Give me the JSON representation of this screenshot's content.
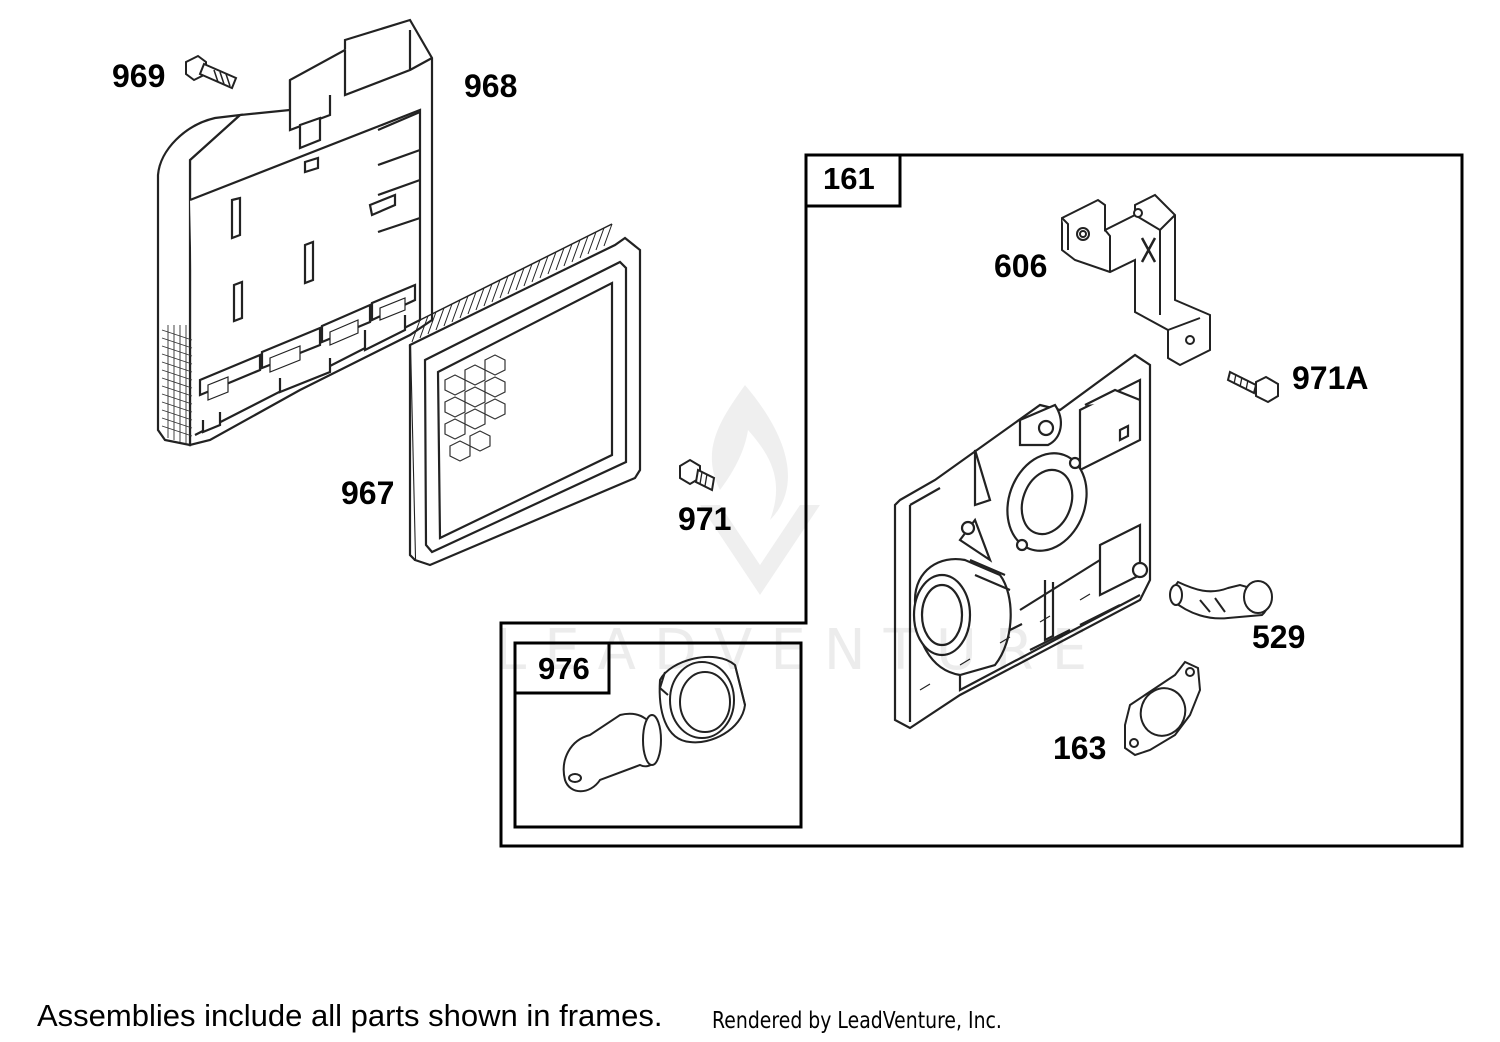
{
  "diagram": {
    "parts": [
      {
        "id": "969",
        "label": "969"
      },
      {
        "id": "968",
        "label": "968"
      },
      {
        "id": "967",
        "label": "967"
      },
      {
        "id": "971",
        "label": "971"
      },
      {
        "id": "606",
        "label": "606"
      },
      {
        "id": "971a",
        "label": "971A"
      },
      {
        "id": "529",
        "label": "529"
      },
      {
        "id": "163",
        "label": "163"
      }
    ],
    "frames": [
      {
        "id": "161",
        "label": "161"
      },
      {
        "id": "976",
        "label": "976"
      }
    ]
  },
  "footer": {
    "note": "Assemblies include all parts shown in frames.",
    "credit": "Rendered by LeadVenture, Inc."
  },
  "watermark": {
    "text": "LEADVENTURE"
  }
}
